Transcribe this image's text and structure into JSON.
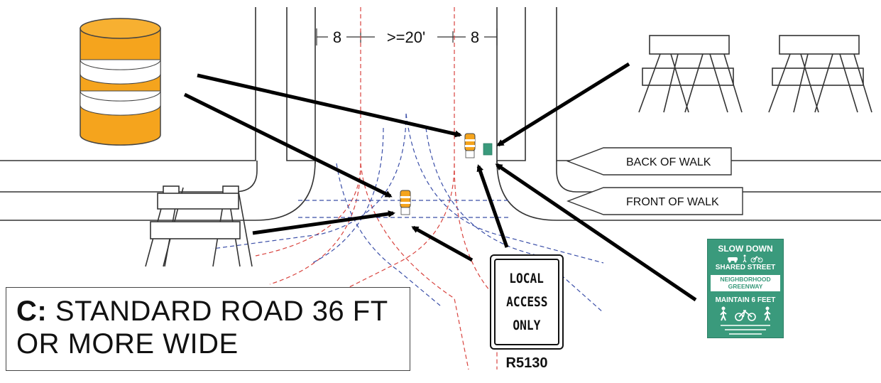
{
  "dimensions": {
    "left": "8",
    "middle": ">=20'",
    "right": "8"
  },
  "walk_labels": {
    "back": "BACK OF WALK",
    "front": "FRONT OF WALK"
  },
  "caption": {
    "prefix": "C:",
    "line1": "STANDARD ROAD 36 FT",
    "line2": "OR MORE WIDE"
  },
  "sign_local_access": {
    "line1": "LOCAL",
    "line2": "ACCESS",
    "line3": "ONLY",
    "code": "R5130"
  },
  "sign_greenway": {
    "line1": "SLOW DOWN",
    "line2": "SHARED STREET",
    "line3": "NEIGHBORHOOD",
    "line4": "GREENWAY",
    "line5": "MAINTAIN 6 FEET"
  },
  "colors": {
    "barrel_orange": "#f5a41d",
    "barrel_stripe": "#ffffff",
    "greenway_green": "#3a9a7c",
    "red_dash": "#d9443f",
    "blue_dash": "#3b4fa8",
    "arrow": "#000000",
    "line": "#222222"
  }
}
